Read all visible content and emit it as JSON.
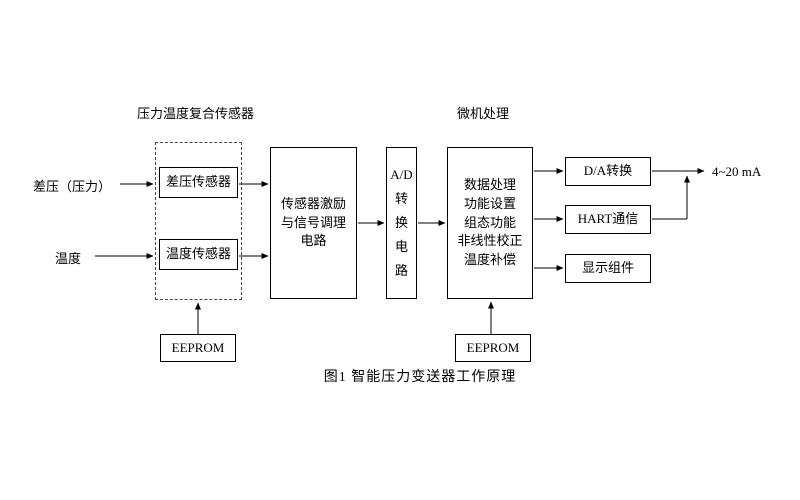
{
  "diagram": {
    "labels": {
      "sensor_group": "压力温度复合传感器",
      "mcu_group": "微机处理",
      "input_pressure": "差压（压力）",
      "input_temperature": "温度",
      "output_current": "4~20 mA",
      "caption": "图1 智能压力变送器工作原理"
    },
    "blocks": {
      "dp_sensor": "差压传感器",
      "temp_sensor": "温度传感器",
      "conditioning": "传感器激励\n与信号调理\n电路",
      "adc": "A/D\n转\n换\n电\n路",
      "mcu": "数据处理\n功能设置\n组态功能\n非线性校正\n温度补偿",
      "da_converter": "D/A转换",
      "hart": "HART通信",
      "display_module": "显示组件",
      "eeprom_sensor": "EEPROM",
      "eeprom_mcu": "EEPROM"
    }
  }
}
